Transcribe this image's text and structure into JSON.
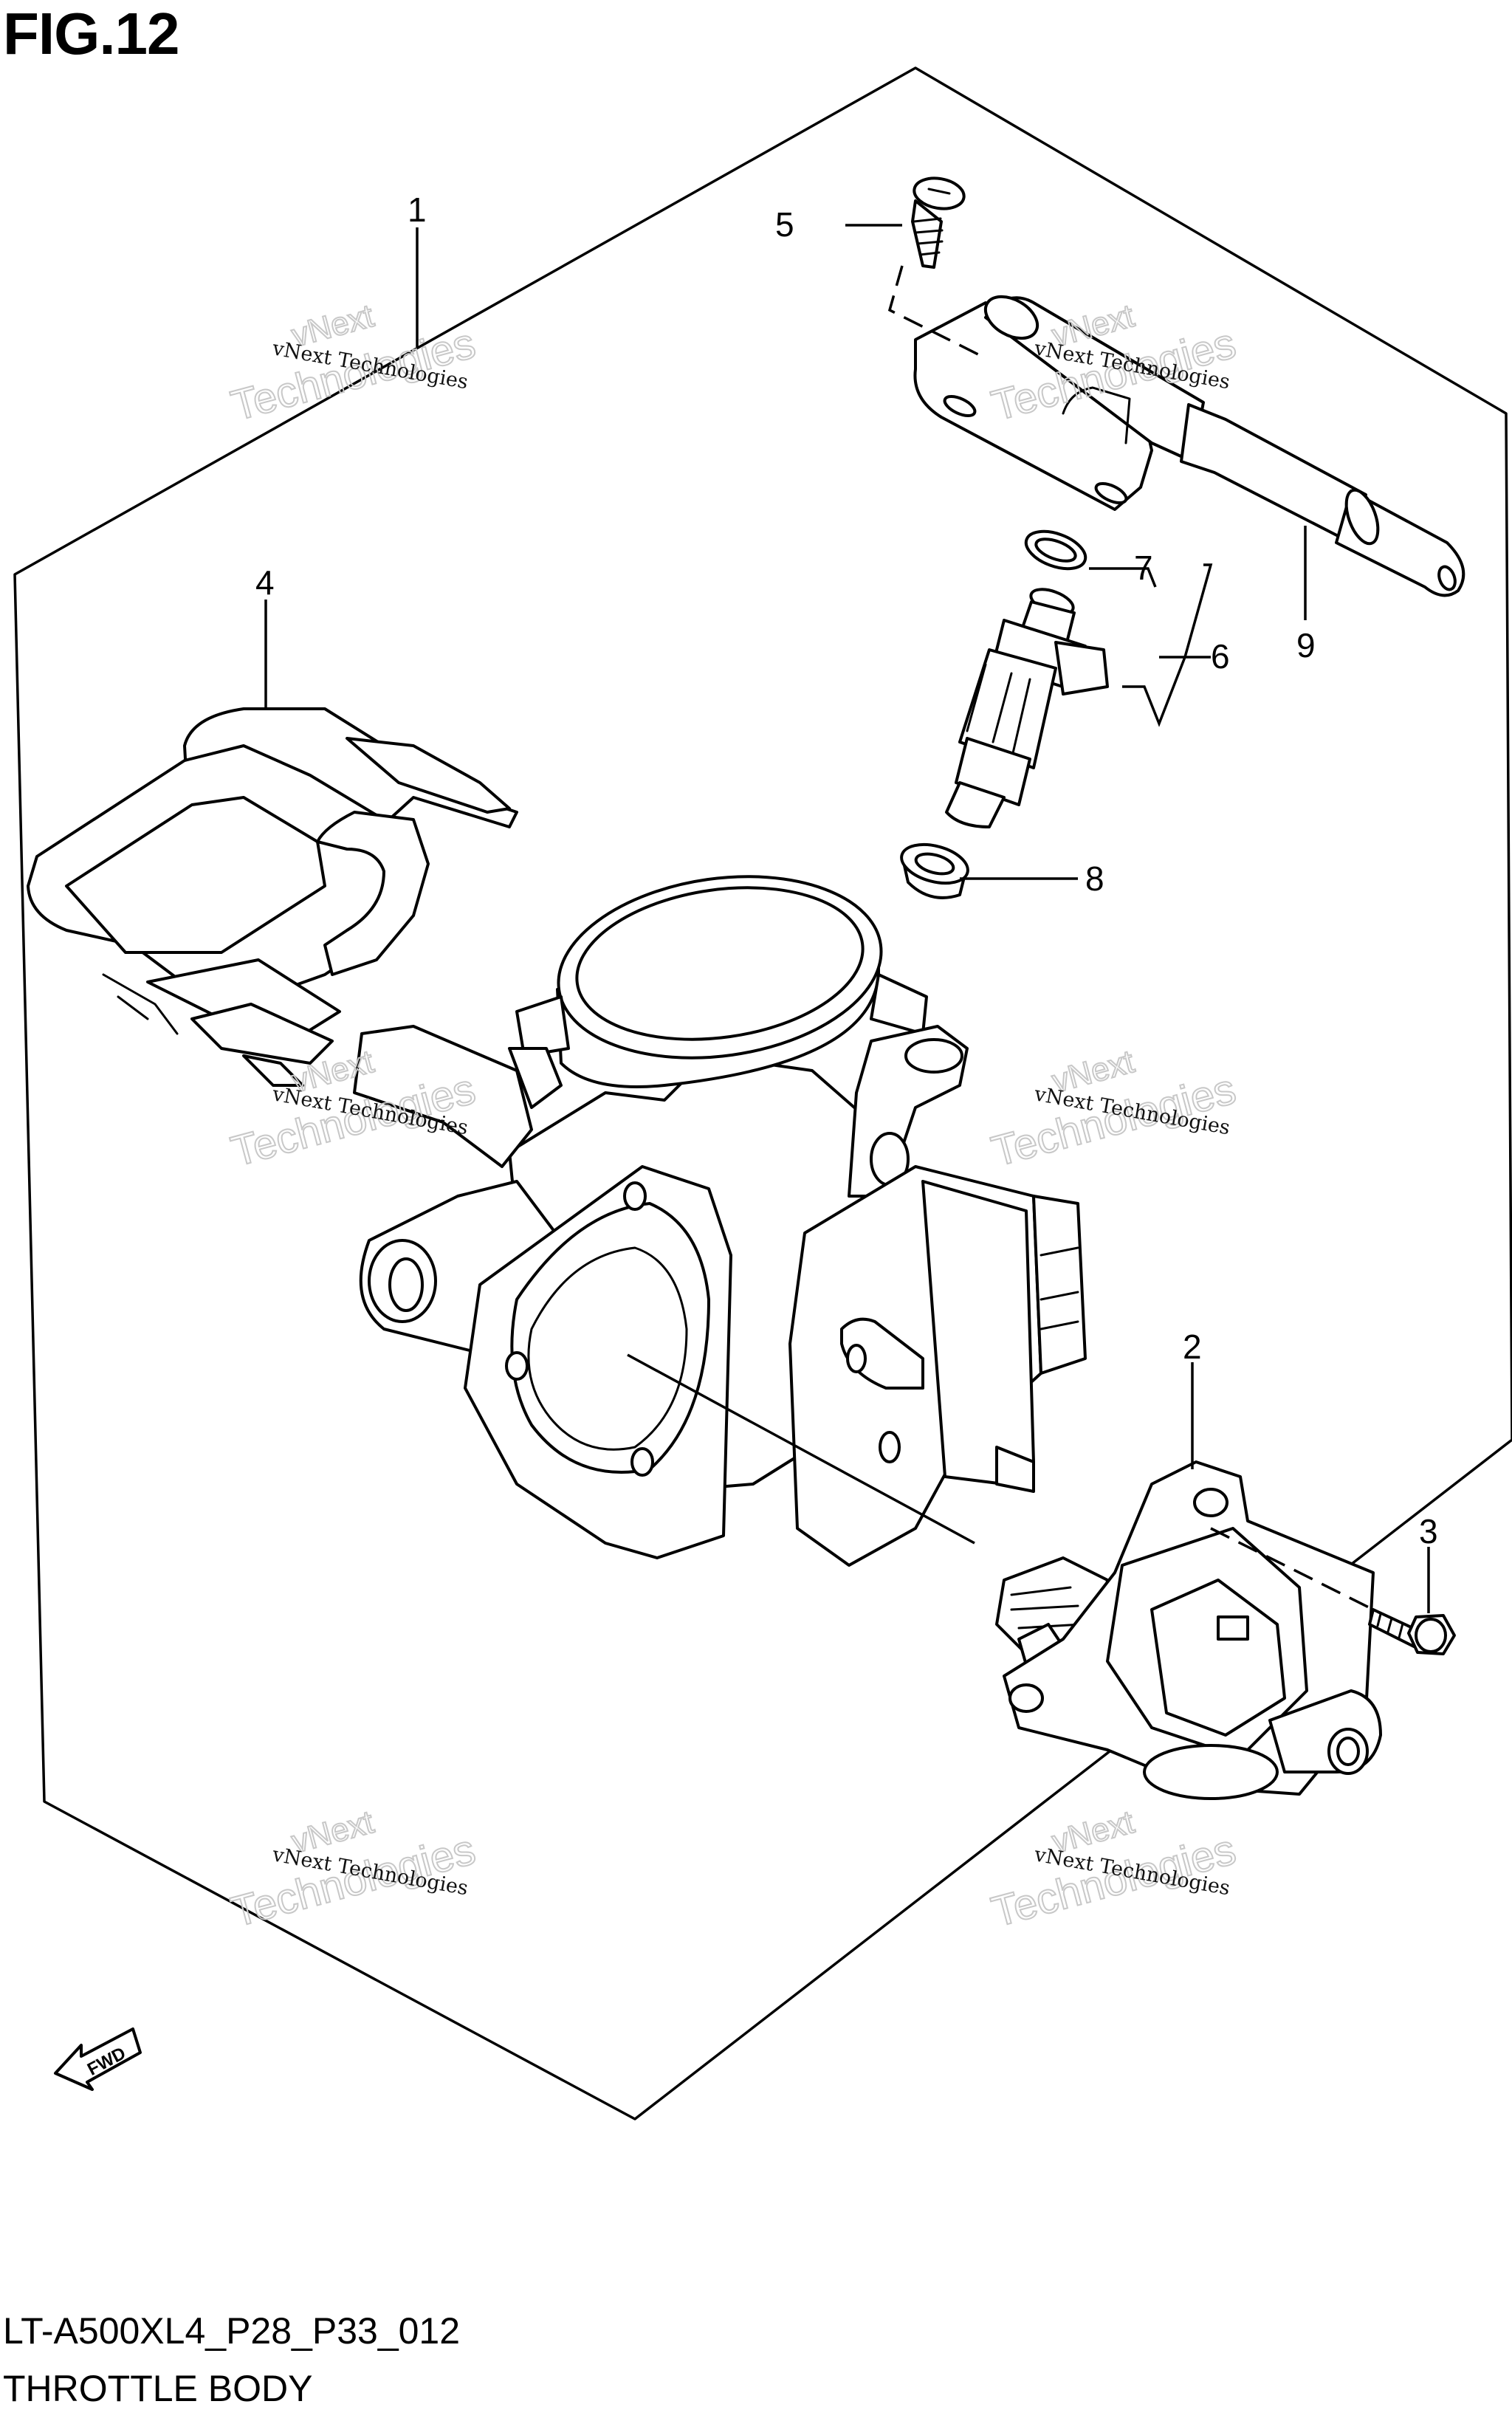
{
  "figure": {
    "title": "FIG.12",
    "code": "LT-A500XL4_P28_P33_012",
    "name": "THROTTLE BODY"
  },
  "callouts": [
    "1",
    "2",
    "3",
    "4",
    "5",
    "6",
    "7",
    "8",
    "9"
  ],
  "watermark": {
    "line1": "vNext Technologies",
    "line2": "Technologies",
    "line3": "vNext"
  },
  "fwd_label": "FWD",
  "colors": {
    "ink": "#000000",
    "background": "#ffffff",
    "watermark": "#c8c8c8"
  }
}
